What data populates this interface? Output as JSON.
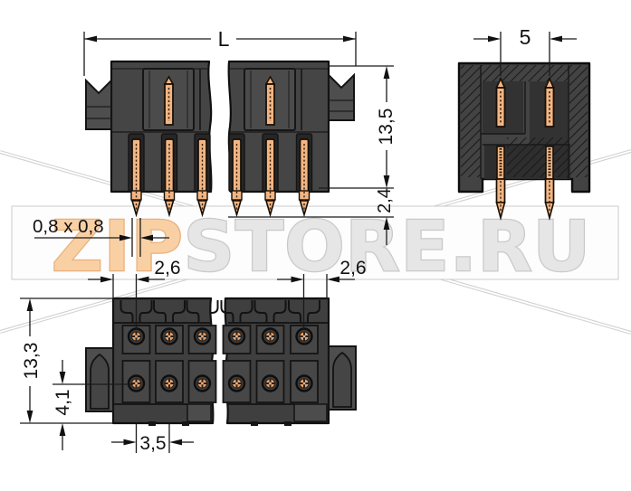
{
  "watermark": {
    "zip": "ZIP",
    "store": "STORE.RU",
    "orange_color": "#f8d0a4",
    "gray_color": "#e6e6e6"
  },
  "dimensions": {
    "length_label": "L",
    "side_height": "13,5",
    "pin_tail": "2,4",
    "pin_square": "0,8 x 0,8",
    "left_edge_pitch": "2,6",
    "right_edge_pitch": "2,6",
    "total_depth": "13,3",
    "row_offset": "4,1",
    "pin_pitch": "3,5",
    "row_spacing": "5"
  },
  "colors": {
    "body_gray": "#454545",
    "outline_black": "#101010",
    "pin_copper": "#f2b583",
    "dimension_line": "#1a1a1a",
    "watermark_band_border": "#cbcbcb"
  }
}
